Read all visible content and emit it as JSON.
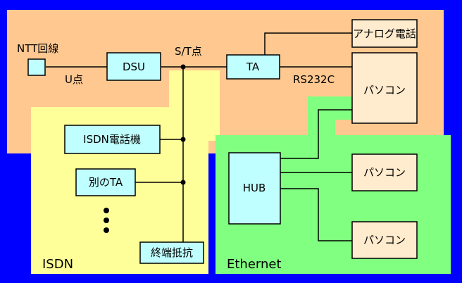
{
  "colors": {
    "background": "#0000ff",
    "ntt_region": "#ffc890",
    "isdn_region": "#ffff99",
    "ethernet_region": "#80ff80",
    "device_blue": "#c0ffff",
    "device_cream": "#ffebcd",
    "line": "#000000"
  },
  "regions": {
    "isdn": {
      "label": "ISDN"
    },
    "ethernet": {
      "label": "Ethernet"
    }
  },
  "labels": {
    "ntt_line": "NTT回線",
    "u_point": "U点",
    "st_point": "S/T点",
    "rs232c": "RS232C"
  },
  "nodes": {
    "ntt_terminal": "",
    "dsu": "DSU",
    "ta": "TA",
    "analog_phone": "アナログ電話",
    "pc_top": "パソコン",
    "isdn_phone": "ISDN電話機",
    "other_ta": "別のTA",
    "terminator": "終端抵抗",
    "hub": "HUB",
    "pc_middle": "パソコン",
    "pc_bottom": "パソコン"
  }
}
